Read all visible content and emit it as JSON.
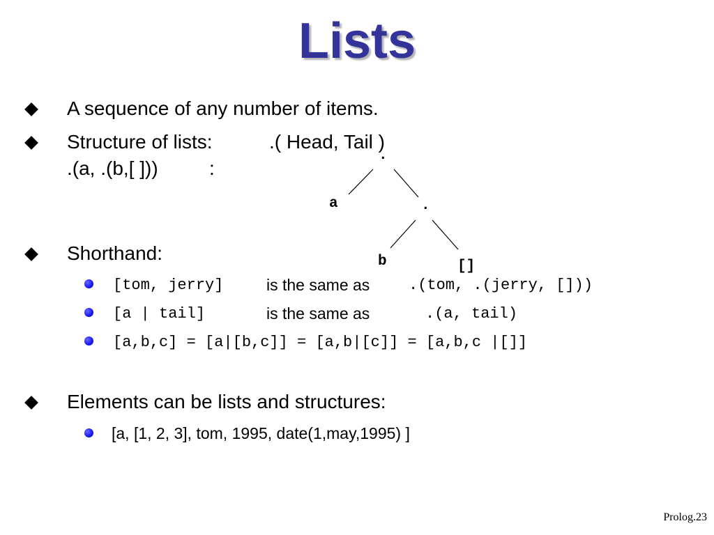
{
  "slide": {
    "title": "Lists",
    "bullets": {
      "b1": "A sequence of any number of items.",
      "b2_line1_a": "Structure of lists:",
      "b2_line1_b": ".( Head, Tail )",
      "b2_line2_a": ".(a, .(b,[ ]))",
      "b2_line2_b": ":",
      "b3": "Shorthand:",
      "b3_sub1_code": "[tom, jerry]",
      "b3_sub1_text": "is the same as",
      "b3_sub1_result": ".(tom, .(jerry, []))",
      "b3_sub2_code": "[a | tail]",
      "b3_sub2_text": "is the same as",
      "b3_sub2_result": ".(a, tail)",
      "b3_sub3_code": "[a,b,c] = [a|[b,c]] = [a,b|[c]] = [a,b,c |[]]",
      "b4": "Elements can be lists and structures:",
      "b4_sub1": "[a, [1, 2, 3], tom, 1995, date(1,may,1995) ]"
    },
    "tree": {
      "root": ".",
      "left_leaf": "a",
      "inner": ".",
      "inner_left": "b",
      "inner_right": "[]"
    },
    "footer": "Prolog.23"
  },
  "colors": {
    "title": "#333399",
    "sub_bullet": "#1a1aff"
  }
}
